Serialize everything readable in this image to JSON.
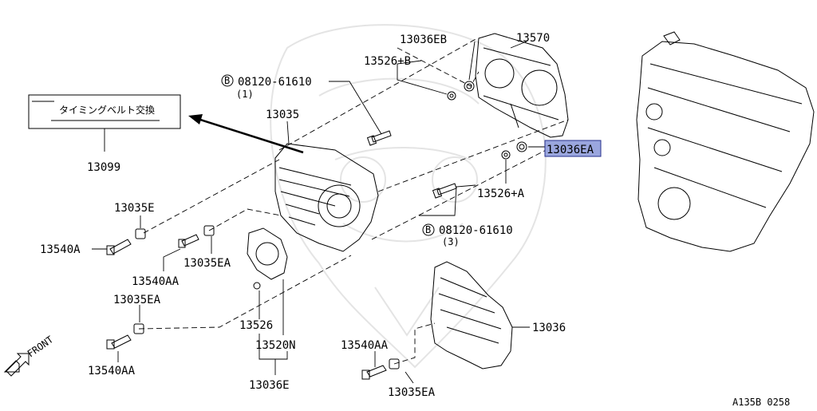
{
  "colors": {
    "highlight_fill": "#9aa6de",
    "highlight_stroke": "#27308c",
    "line": "#000000",
    "watermark": "#e4e4e4"
  },
  "label_box": {
    "text": "タイミングベルト交換",
    "part_no": "13099"
  },
  "callouts": {
    "p13036EB": "13036EB",
    "p13570": "13570",
    "p13526B": "13526+B",
    "bolt1_circle": "B",
    "bolt1_no": "08120-61610",
    "bolt1_qty": "(1)",
    "p13035": "13035",
    "p13036EA_hl": "13036EA",
    "p13526A": "13526+A",
    "bolt3_circle": "B",
    "bolt3_no": "08120-61610",
    "bolt3_qty": "(3)",
    "p13035E": "13035E",
    "p13540A": "13540A",
    "p13035EA_1": "13035EA",
    "p13540AA_1": "13540AA",
    "p13035EA_2": "13035EA",
    "p13526": "13526",
    "p13520N": "13520N",
    "p13540AA_2": "13540AA",
    "p13036E": "13036E",
    "p13540AA_3": "13540AA",
    "p13036": "13036",
    "p13035EA_3": "13035EA"
  },
  "front_arrow_label": "FRONT",
  "diagram_code": "A135B 0258"
}
